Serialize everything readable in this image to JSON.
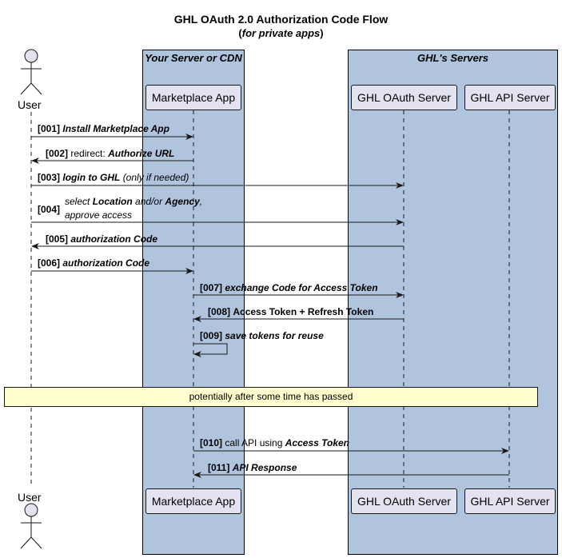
{
  "diagram": {
    "title": "GHL OAuth 2.0 Authorization Code Flow",
    "subtitle_prefix": "(",
    "subtitle_italic": "for private apps",
    "subtitle_suffix": ")",
    "groups": {
      "left": "Your Server or CDN",
      "right": "GHL's Servers"
    },
    "participants": {
      "user": "User",
      "marketplace": "Marketplace App",
      "oauth": "GHL OAuth Server",
      "api": "GHL API Server"
    },
    "messages": [
      {
        "num": "[001]",
        "parts": [
          "Install Marketplace App"
        ]
      },
      {
        "num": "[002]",
        "plain": "redirect:",
        "bold": "Authorize URL"
      },
      {
        "num": "[003]",
        "bold": "login to GHL",
        "italic": "(only if needed)"
      },
      {
        "num": "[004]",
        "line1_a": "select",
        "line1_b": "Location",
        "line1_c": "and/or",
        "line1_d": "Agency",
        "line1_e": ",",
        "line2": "approve access"
      },
      {
        "num": "[005]",
        "bold": "authorization Code"
      },
      {
        "num": "[006]",
        "bold": "authorization Code"
      },
      {
        "num": "[007]",
        "bold": "exchange Code for Access Token"
      },
      {
        "num": "[008]",
        "bold": "Access Token + Refresh Token"
      },
      {
        "num": "[009]",
        "bold": "save tokens for reuse"
      },
      {
        "num": "[010]",
        "plain": "call API using",
        "bold": "Access Token"
      },
      {
        "num": "[011]",
        "bold": "API Response"
      }
    ],
    "note": "potentially after some time has passed",
    "colors": {
      "group_fill": "#b0c4de",
      "participant_fill": "#e2e2f0",
      "note_fill": "#fefece"
    }
  }
}
